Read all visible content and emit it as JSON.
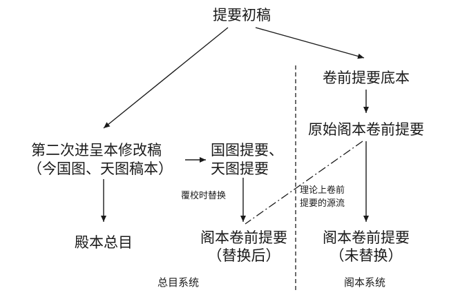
{
  "nodes": {
    "initial_draft": "提要初稿",
    "base_text": "卷前提要底本",
    "original_pavilion": "原始阁本卷前提要",
    "second_draft_line1": "第二次进呈本修改稿",
    "second_draft_line2": "（今国图、天图稿本）",
    "nlc_tjl_line1": "国图提要、",
    "nlc_tjl_line2": "天图提要",
    "palace_catalog": "殿本总目",
    "pavilion_replaced_line1": "阁本卷前提要",
    "pavilion_replaced_line2": "（替换后）",
    "pavilion_unreplaced_line1": "阁本卷前提要",
    "pavilion_unreplaced_line2": "（未替换）"
  },
  "edge_labels": {
    "replace_on_review": "覆校时替换",
    "theory_line1": "理论上卷前",
    "theory_line2": "提要的源流"
  },
  "systems": {
    "catalog_system": "总目系统",
    "pavilion_system": "阁本系统"
  },
  "colors": {
    "line": "#1a1a1a",
    "text": "#1a1a1a",
    "background": "#ffffff"
  }
}
